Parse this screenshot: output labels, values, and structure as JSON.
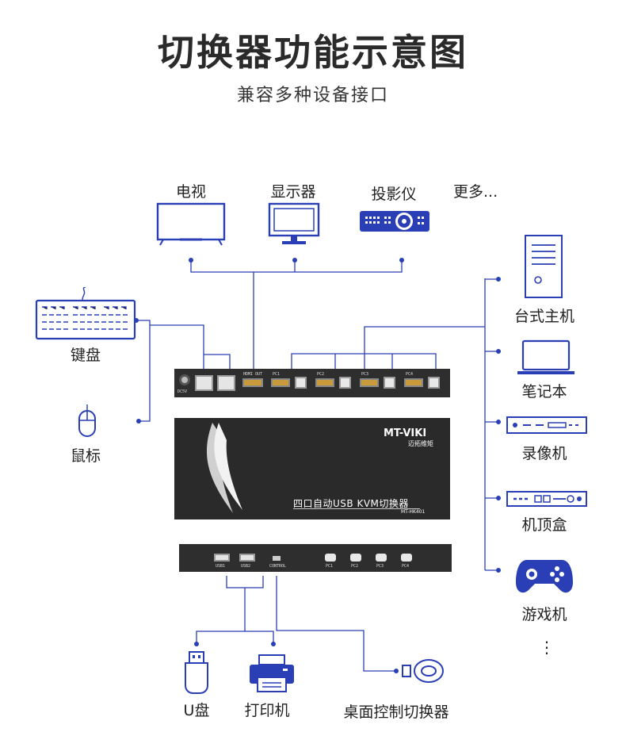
{
  "header": {
    "title": "切换器功能示意图",
    "subtitle": "兼容多种设备接口"
  },
  "outputs": {
    "tv": "电视",
    "monitor": "显示器",
    "projector": "投影仪",
    "more": "更多..."
  },
  "inputs_left": {
    "keyboard": "键盘",
    "mouse": "鼠标"
  },
  "hosts_right": {
    "desktop": "台式主机",
    "laptop": "笔记本",
    "recorder": "录像机",
    "settop": "机顶盒",
    "gamepad": "游戏机",
    "ellipsis": "⋮"
  },
  "bottom": {
    "udisk": "U盘",
    "printer": "打印机",
    "remote": "桌面控制切换器"
  },
  "switch": {
    "brand": "MT-VIKI",
    "brand_sub": "迈拓维矩",
    "product_name": "四口自动USB KVM切换器",
    "model": "MT-HK401",
    "rear_ports": [
      "DC5V",
      "HDMI OUT",
      "PC1",
      "PC2",
      "PC3",
      "PC4"
    ],
    "front_ports": [
      "USB1",
      "USB2",
      "CONTROL",
      "PC1",
      "PC2",
      "PC3",
      "PC4"
    ]
  },
  "colors": {
    "accent": "#2a3fb5",
    "wire": "#2a3fb5",
    "device_body": "#2e2e2e"
  }
}
